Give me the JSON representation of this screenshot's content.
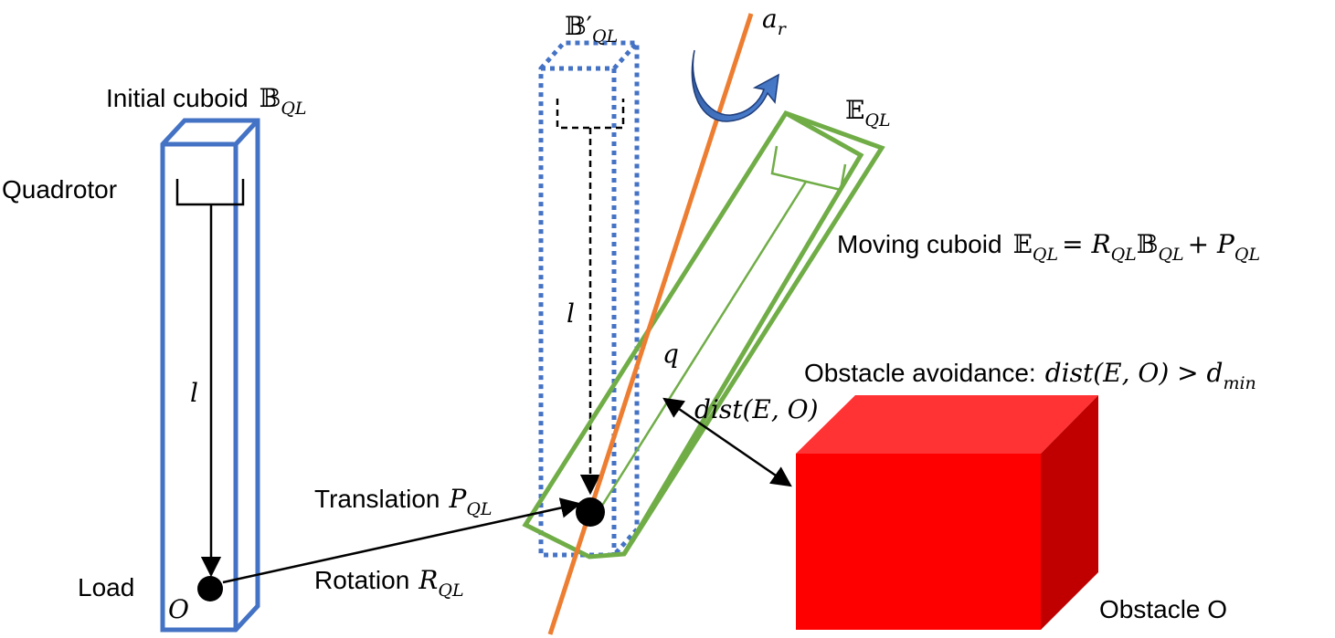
{
  "labels": {
    "initial_cuboid": "Initial cuboid",
    "initial_cuboid_symbol": "𝔹",
    "initial_cuboid_sub": "QL",
    "quadrotor": "Quadrotor",
    "load": "Load",
    "origin": "O",
    "length_left": "l",
    "length_mid": "l",
    "b_prime_symbol": "𝔹′",
    "b_prime_sub": "QL",
    "axis_symbol": "a",
    "axis_sub": "r",
    "e_symbol": "𝔼",
    "e_sub": "QL",
    "moving_cuboid_text": "Moving cuboid",
    "moving_e": "𝔼",
    "moving_e_sub": "QL",
    "moving_eq": " = ",
    "moving_r": "R",
    "moving_r_sub": "QL",
    "moving_b": "𝔹",
    "moving_b_sub": "QL",
    "moving_plus": " + ",
    "moving_p": "P",
    "moving_p_sub": "QL",
    "q_label": "q",
    "obstacle_avoidance_text": "Obstacle avoidance:",
    "obstacle_avoidance_formula": "dist(E, O) > d",
    "obstacle_avoidance_sub": "min",
    "dist_label": "dist(E, O)",
    "translation_text": "Translation",
    "translation_symbol": "P",
    "translation_sub": "QL",
    "rotation_text": "Rotation",
    "rotation_symbol": "R",
    "rotation_sub": "QL",
    "obstacle_label": "Obstacle O"
  },
  "colors": {
    "initial_cuboid": "#4472C4",
    "moving_cuboid": "#70AD47",
    "rotation_axis": "#ED7D31",
    "rotation_arrow": "#2F5597",
    "obstacle_front": "#FF0000",
    "obstacle_top": "#FF3333",
    "obstacle_side": "#C00000"
  }
}
